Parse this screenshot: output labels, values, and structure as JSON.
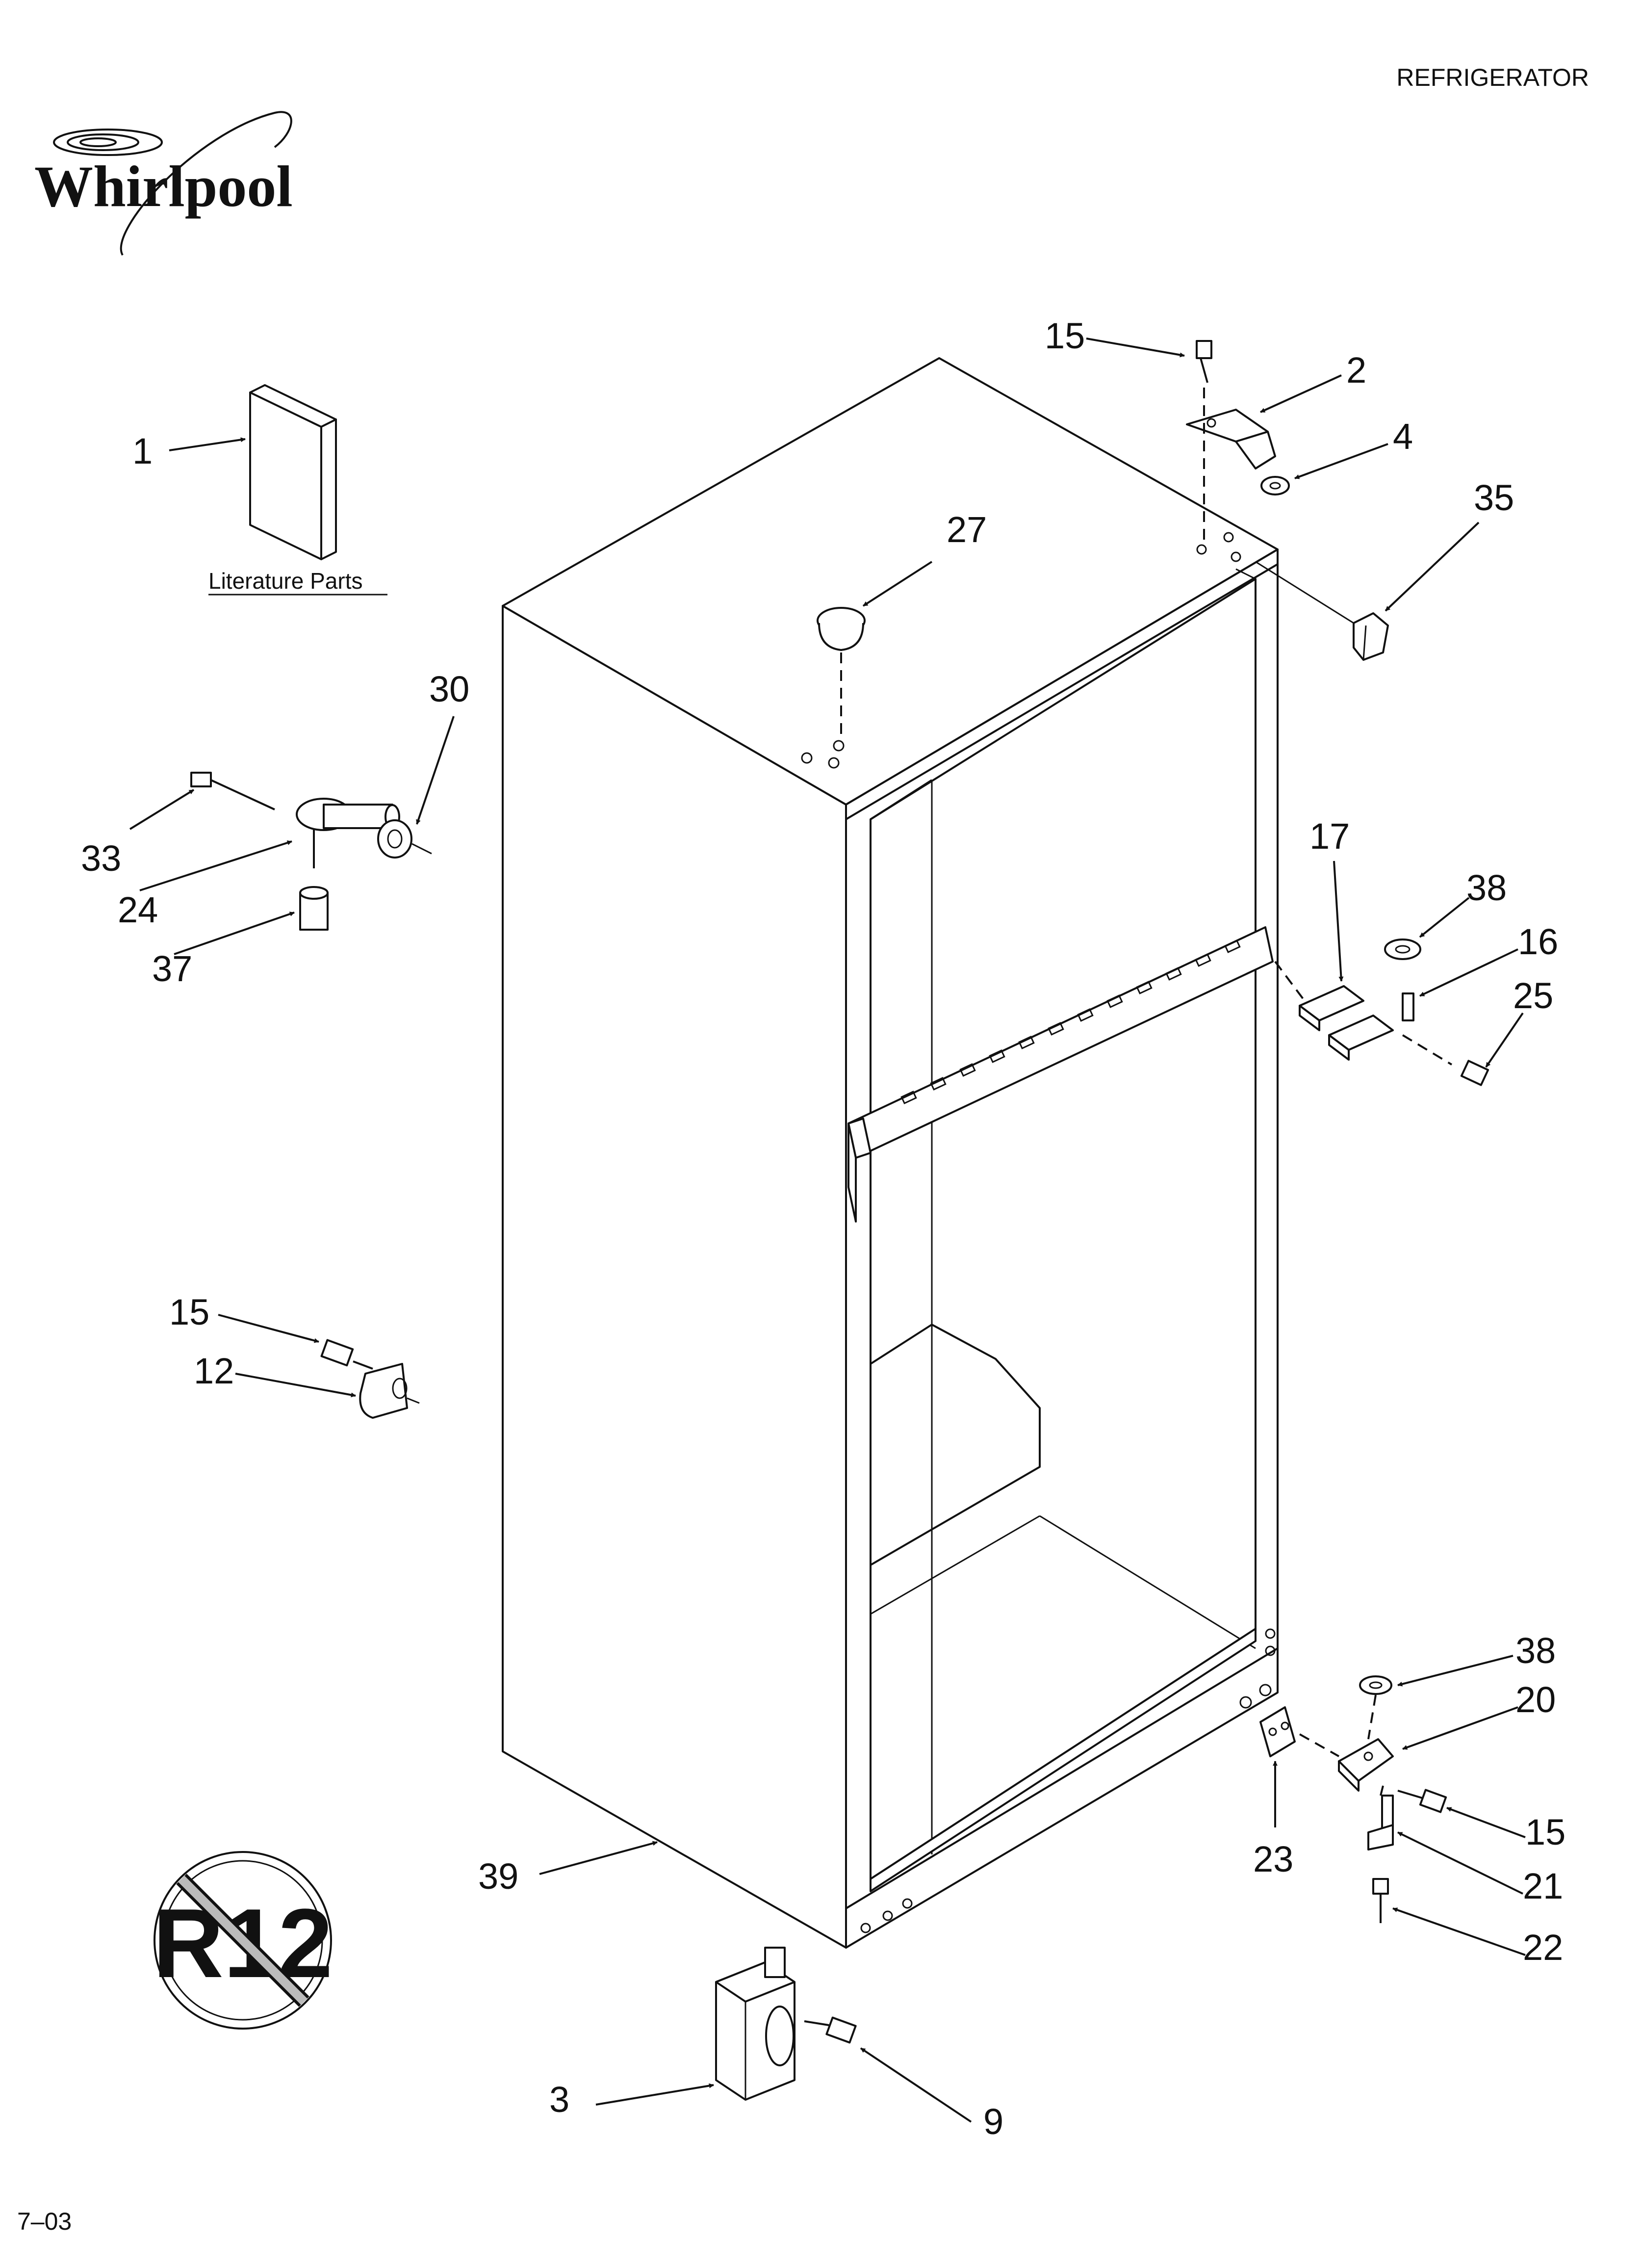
{
  "header": {
    "brand": "Whirlpool",
    "product": "REFRIGERATOR",
    "literature_label": "Literature Parts",
    "footer_code": "7–03"
  },
  "badge": {
    "text": "R12",
    "meaning": "no-r12-symbol"
  },
  "callouts": {
    "c1": "1",
    "c2": "2",
    "c3": "3",
    "c4": "4",
    "c9": "9",
    "c12": "12",
    "c15a": "15",
    "c15b": "15",
    "c15c": "15",
    "c16": "16",
    "c17": "17",
    "c20": "20",
    "c21": "21",
    "c22": "22",
    "c23": "23",
    "c24": "24",
    "c25": "25",
    "c27": "27",
    "c30": "30",
    "c33": "33",
    "c35": "35",
    "c37": "37",
    "c38a": "38",
    "c38b": "38",
    "c39": "39"
  }
}
